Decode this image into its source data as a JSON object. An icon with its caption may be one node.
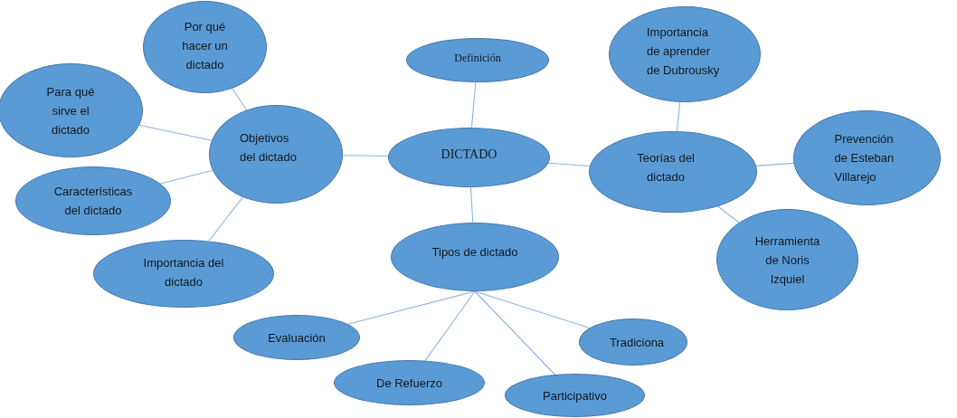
{
  "diagram": {
    "nodes": [
      {
        "text": [
          "Por qué hacer un dictado"
        ]
      },
      {
        "text": [
          "Definición"
        ]
      },
      {
        "text": [
          "Importancia de aprender de Dubrousky"
        ]
      },
      {
        "text": [
          "Para qué sirve el dictado"
        ]
      },
      {
        "text": [
          "Objetivos del dictado"
        ]
      },
      {
        "text": [
          "DICTADO"
        ]
      },
      {
        "text": [
          "Teorías del dictado"
        ]
      },
      {
        "text": [
          "Prevención de Esteban Villarejo"
        ]
      },
      {
        "text": [
          "Características del dictado"
        ]
      },
      {
        "text": [
          "Tipos de dictado"
        ]
      },
      {
        "text": [
          "Herramienta de Noris Izquiel"
        ]
      },
      {
        "text": [
          "Importancia del dictado"
        ]
      },
      {
        "text": [
          "Evaluación"
        ]
      },
      {
        "text": [
          "Tradiciona"
        ]
      },
      {
        "text": [
          "De Refuerzo"
        ]
      },
      {
        "text": [
          "Participativo"
        ]
      }
    ],
    "edges": [
      {
        "from": 5,
        "to": 4,
        "arrow": "none"
      },
      {
        "from": 5,
        "to": 1,
        "arrow": "none"
      },
      {
        "from": 5,
        "to": 6,
        "arrow": "none"
      },
      {
        "from": 5,
        "to": 9,
        "arrow": "none"
      },
      {
        "from": 4,
        "to": 0,
        "arrow": "none"
      },
      {
        "from": 4,
        "to": 3,
        "arrow": "none"
      },
      {
        "from": 4,
        "to": 8,
        "arrow": "none"
      },
      {
        "from": 4,
        "to": 11,
        "arrow": "none"
      },
      {
        "from": 6,
        "to": 2,
        "arrow": "none"
      },
      {
        "from": 6,
        "to": 7,
        "arrow": "none"
      },
      {
        "from": 6,
        "to": 10,
        "arrow": "none"
      },
      {
        "from": 9,
        "to": 12,
        "arrow": "none"
      },
      {
        "from": 9,
        "to": 14,
        "arrow": "none"
      },
      {
        "from": 9,
        "to": 15,
        "arrow": "none"
      },
      {
        "from": 9,
        "to": 13,
        "arrow": "none"
      }
    ]
  }
}
